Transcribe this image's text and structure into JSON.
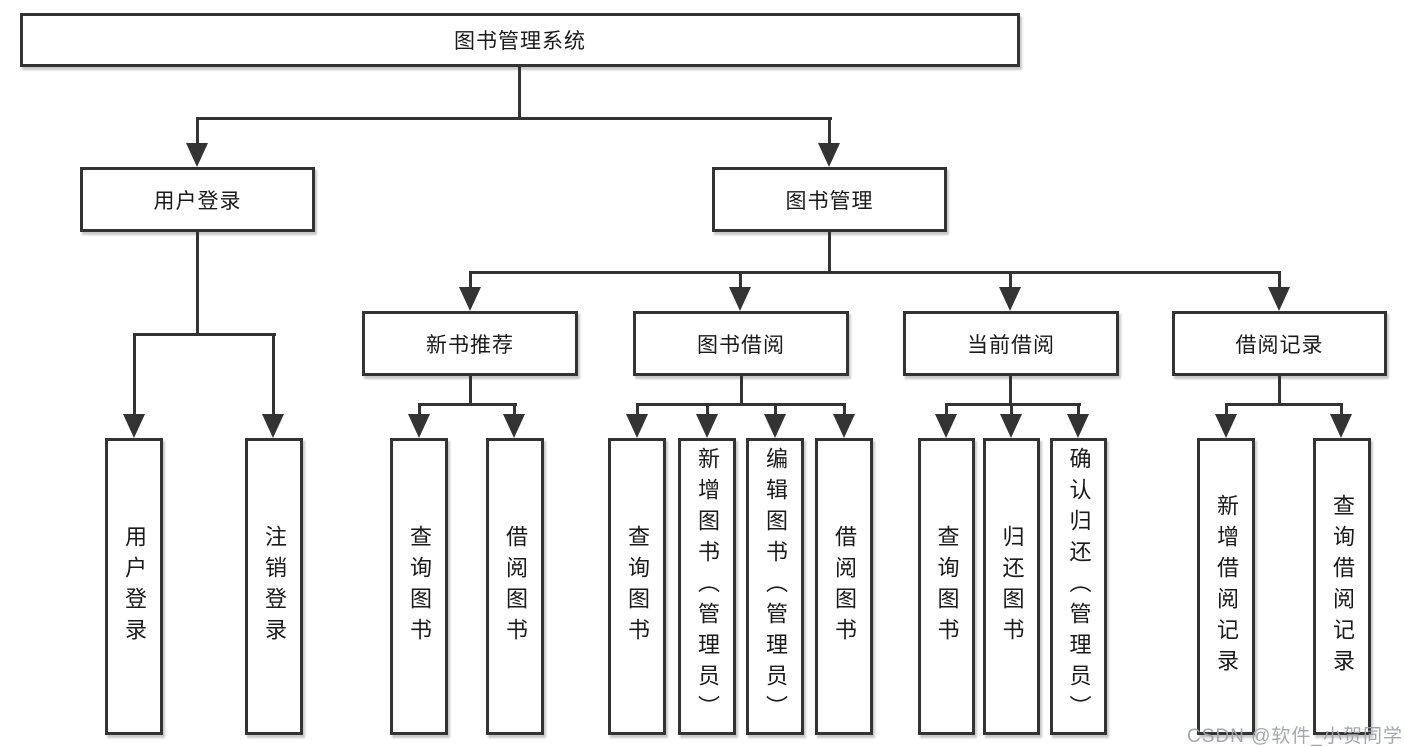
{
  "diagram": {
    "root": {
      "label": "图书管理系统"
    },
    "level2": [
      {
        "label": "用户登录"
      },
      {
        "label": "图书管理"
      }
    ],
    "level3": [
      {
        "label": "新书推荐",
        "parent": "图书管理"
      },
      {
        "label": "图书借阅",
        "parent": "图书管理"
      },
      {
        "label": "当前借阅",
        "parent": "图书管理"
      },
      {
        "label": "借阅记录",
        "parent": "图书管理"
      }
    ],
    "leaves": [
      {
        "label": "用户登录",
        "parent": "用户登录"
      },
      {
        "label": "注销登录",
        "parent": "用户登录"
      },
      {
        "label": "查询图书",
        "parent": "新书推荐"
      },
      {
        "label": "借阅图书",
        "parent": "新书推荐"
      },
      {
        "label": "查询图书",
        "parent": "图书借阅"
      },
      {
        "label": "新增图书（管理员）",
        "parent": "图书借阅"
      },
      {
        "label": "编辑图书（管理员）",
        "parent": "图书借阅"
      },
      {
        "label": "借阅图书",
        "parent": "图书借阅"
      },
      {
        "label": "查询图书",
        "parent": "当前借阅"
      },
      {
        "label": "归还图书",
        "parent": "当前借阅"
      },
      {
        "label": "确认归还（管理员）",
        "parent": "当前借阅"
      },
      {
        "label": "新增借阅记录",
        "parent": "借阅记录"
      },
      {
        "label": "查询借阅记录",
        "parent": "借阅记录"
      }
    ],
    "watermark": "CSDN @软件_小贺同学",
    "colors": {
      "line": "#333333",
      "box_border": "#333333",
      "box_fill": "#ffffff",
      "text": "#1a1a1a",
      "watermark": "#9ea2aa",
      "background": "#ffffff"
    }
  }
}
